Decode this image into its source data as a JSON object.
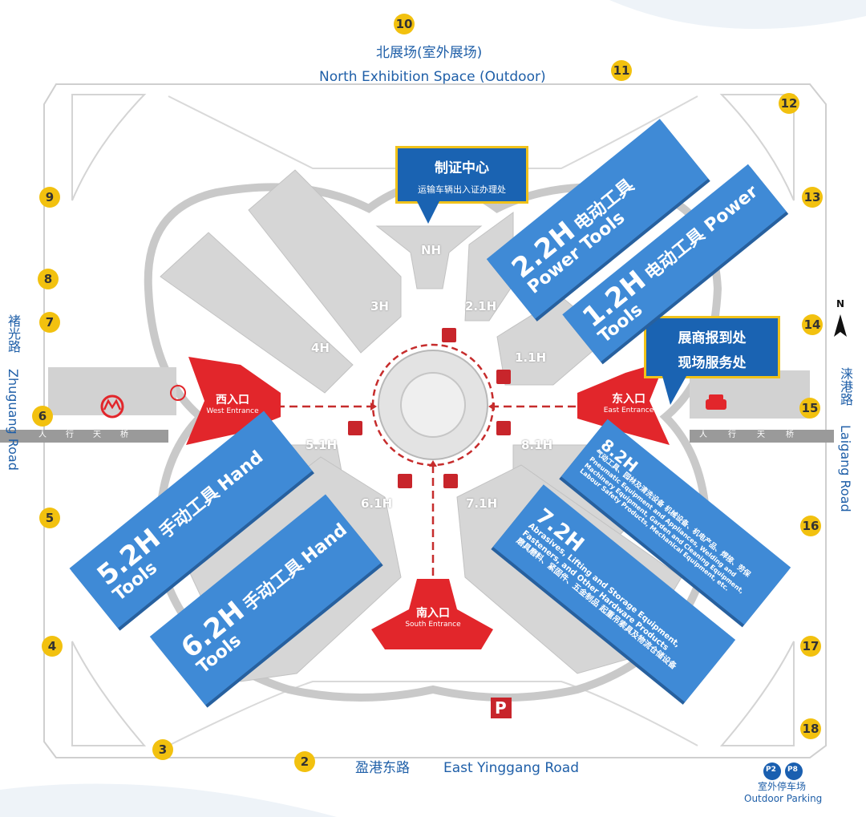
{
  "roads": {
    "north_zh": "北展场(室外展场)",
    "north_en": "North Exhibition Space (Outdoor)",
    "west_zh": "褚光路",
    "west_en": "Zhuguang Road",
    "east_zh": "涞港路",
    "east_en": "Laigang Road",
    "south_zh": "盈港东路",
    "south_en": "East Yinggang Road",
    "bridge_chars": [
      "人",
      "行",
      "天",
      "桥"
    ]
  },
  "gates": [
    "2",
    "3",
    "4",
    "5",
    "6",
    "7",
    "8",
    "9",
    "10",
    "11",
    "12",
    "13",
    "14",
    "15",
    "16",
    "17",
    "18"
  ],
  "callouts": {
    "cert_title": "制证中心",
    "cert_sub": "运输车辆出入证办理处",
    "service_line1": "展商报到处",
    "service_line2": "现场服务处"
  },
  "halls": {
    "h22_code": "2.2H",
    "h22_name": "电动工具 Power Tools",
    "h12_code": "1.2H",
    "h12_name": "电动工具 Power Tools",
    "h52_code": "5.2H",
    "h52_zh": "手动工具",
    "h52_en": "Hand Tools",
    "h62_code": "6.2H",
    "h62_zh": "手动工具",
    "h62_en": "Hand Tools",
    "h72_code": "7.2H",
    "h72_en": "Abrasives, Lifting and Storage Equipment, Fasteners, and Other Hardware Products",
    "h72_zh": "磨具磨料、紧固件、五金制品 起重吊索具及物流仓储设备",
    "h82_code": "8.2H",
    "h82_zh": "气动工具、园林及清洗设备 机械设备、机电产品、焊接、劳保",
    "h82_en": "Pneumatic Equipment and Appliances, Welding and Machinery Equipment, Garden and Cleaning Equipment, Labour Safety Products, Mechanical Equipment, etc.",
    "gray": [
      "NH",
      "3H",
      "2.1H",
      "4H",
      "1.1H",
      "5.1H",
      "8.1H",
      "6.1H",
      "7.1H"
    ]
  },
  "entrances": {
    "west_zh": "西入口",
    "west_en": "West Entrance",
    "east_zh": "东入口",
    "east_en": "East Entrance",
    "south_zh": "南入口",
    "south_en": "South Entrance"
  },
  "compass": "N",
  "parking": {
    "symbol": "P",
    "badge1": "P2",
    "badge2": "P8",
    "label_zh": "室外停车场",
    "label_en": "Outdoor Parking"
  },
  "colors": {
    "hall_blue": "#3f8ad6",
    "entrance_red": "#e2262b",
    "gate_yellow": "#f2c10f",
    "road_text": "#1f5fa8",
    "building_gray": "#d6d6d6"
  }
}
